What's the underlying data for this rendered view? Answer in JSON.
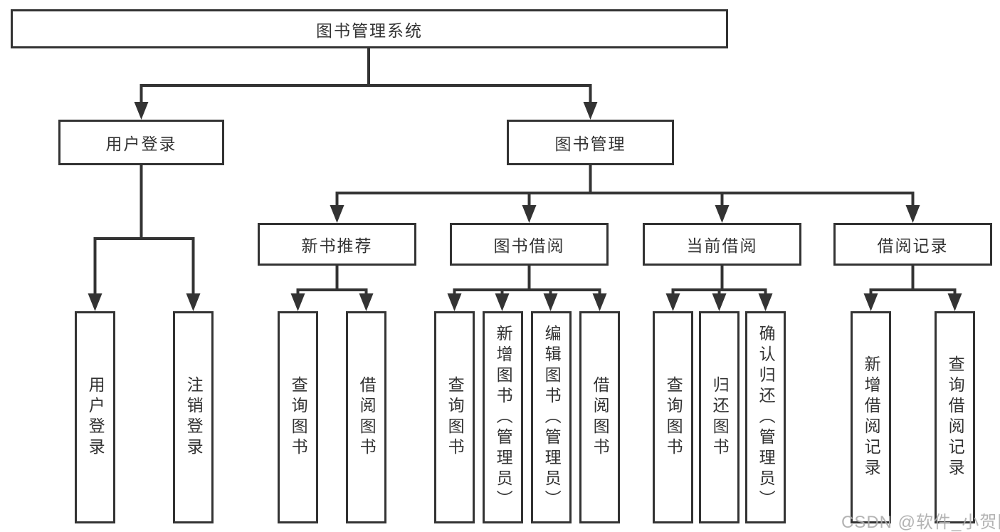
{
  "tree": {
    "label": "图书管理系统",
    "children": [
      {
        "label": "用户登录",
        "children": [
          {
            "label": "用户登录"
          },
          {
            "label": "注销登录"
          }
        ]
      },
      {
        "label": "图书管理",
        "children": [
          {
            "label": "新书推荐",
            "children": [
              {
                "label": "查询图书"
              },
              {
                "label": "借阅图书"
              }
            ]
          },
          {
            "label": "图书借阅",
            "children": [
              {
                "label": "查询图书"
              },
              {
                "label": "新增图书（管理员）"
              },
              {
                "label": "编辑图书（管理员）"
              },
              {
                "label": "借阅图书"
              }
            ]
          },
          {
            "label": "当前借阅",
            "children": [
              {
                "label": "查询图书"
              },
              {
                "label": "归还图书"
              },
              {
                "label": "确认归还（管理员）"
              }
            ]
          },
          {
            "label": "借阅记录",
            "children": [
              {
                "label": "新增借阅记录"
              },
              {
                "label": "查询借阅记录"
              }
            ]
          }
        ]
      }
    ]
  },
  "watermark": {
    "text": "CSDN @软件_小贺同学",
    "color": "#ababab"
  },
  "colors": {
    "line": "#333333",
    "border": "#333333",
    "text": "#333333",
    "background": "#ffffff"
  }
}
